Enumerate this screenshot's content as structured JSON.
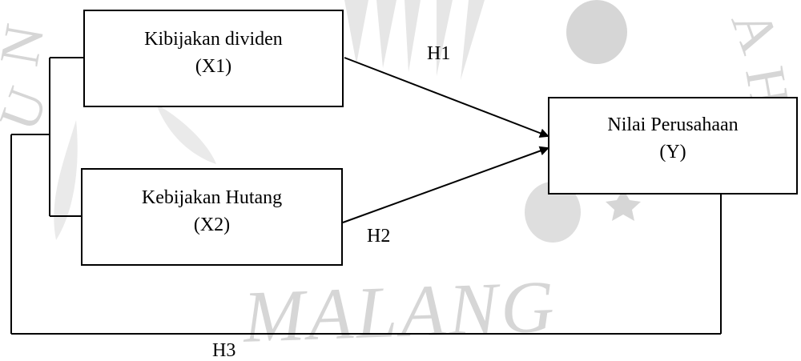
{
  "watermark": {
    "text": "MALANG",
    "color": "#d6d6d6"
  },
  "nodes": {
    "x1": {
      "name": "Kibijakan dividen",
      "code": "(X1)"
    },
    "x2": {
      "name": "Kebijakan Hutang",
      "code": "(X2)"
    },
    "y": {
      "name": "Nilai Perusahaan",
      "code": "(Y)"
    }
  },
  "hypotheses": {
    "h1": "H1",
    "h2": "H2",
    "h3": "H3"
  },
  "colors": {
    "line": "#000000",
    "background": "#ffffff"
  }
}
